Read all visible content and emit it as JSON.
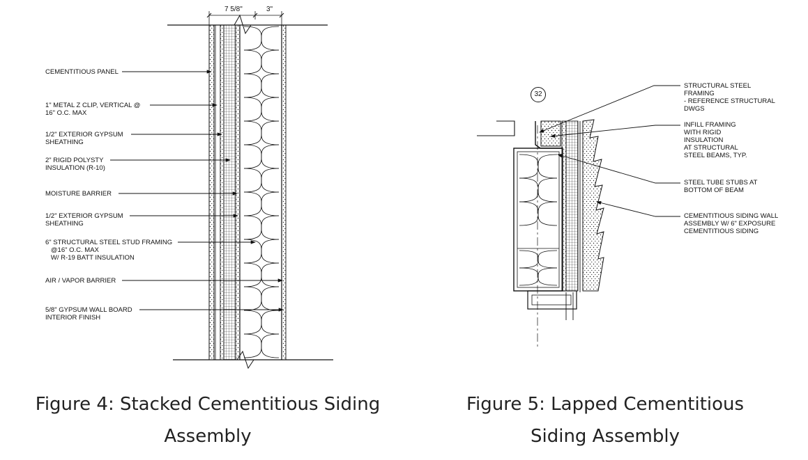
{
  "figure4": {
    "dimensions": [
      "7 5/8\"",
      "3\""
    ],
    "labels": [
      "CEMENTITIOUS PANEL",
      "1\" METAL Z CLIP, VERTICAL @\n16\" O.C. MAX",
      "1/2\" EXTERIOR GYPSUM\nSHEATHING",
      "2\" RIGID POLYSTY\nINSULATION (R-10)",
      "MOISTURE BARRIER",
      "1/2\" EXTERIOR GYPSUM\nSHEATHING",
      "6\" STRUCTURAL STEEL STUD FRAMING\n   @16\" O.C. MAX\n   W/ R-19 BATT INSULATION",
      "AIR / VAPOR BARRIER",
      "5/8\" GYPSUM WALL BOARD\nINTERIOR FINISH"
    ],
    "caption_line1": "Figure 4: Stacked Cementitious Siding",
    "caption_line2": "Assembly"
  },
  "figure5": {
    "grid_bubble": "32",
    "labels": [
      "STRUCTURAL STEEL\nFRAMING\n- REFERENCE STRUCTURAL\nDWGS",
      "INFILL FRAMING\nWITH RIGID\nINSULATION\nAT STRUCTURAL\nSTEEL BEAMS, TYP.",
      "STEEL TUBE STUBS AT\nBOTTOM OF BEAM",
      "CEMENTITIOUS SIDING WALL\nASSEMBLY W/ 6\" EXPOSURE\nCEMENTITIOUS SIDING"
    ],
    "caption_line1": "Figure 5: Lapped Cementitious",
    "caption_line2": "Siding Assembly"
  }
}
